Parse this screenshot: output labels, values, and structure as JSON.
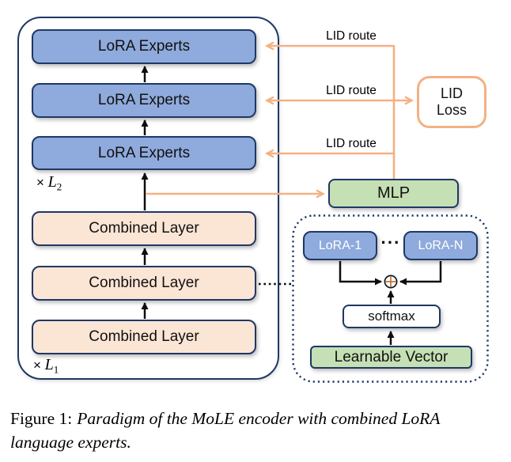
{
  "figure": {
    "encoder": {
      "lora_expert_layers": [
        "LoRA Experts",
        "LoRA Experts",
        "LoRA Experts"
      ],
      "repeat_l2": {
        "times": "×",
        "var": "L",
        "sub": "2"
      },
      "combined_layers": [
        "Combined Layer",
        "Combined Layer",
        "Combined Layer"
      ],
      "repeat_l1": {
        "times": "×",
        "var": "L",
        "sub": "1"
      }
    },
    "routing": {
      "route_labels": [
        "LID route",
        "LID route",
        "LID route"
      ],
      "lid_loss": {
        "line1": "LID",
        "line2": "Loss"
      },
      "mlp_label": "MLP"
    },
    "expert_inset": {
      "lora_first": "LoRA-1",
      "ellipsis": "···",
      "lora_last": "LoRA-N",
      "softmax_label": "softmax",
      "learnable_vector_label": "Learnable Vector"
    },
    "colors": {
      "expert_blue": "#8faadc",
      "combined_peach": "#fbe5d5",
      "soft_green": "#c5e0b4",
      "arrow_orange": "#f4b183",
      "border_navy": "#1f3864"
    }
  },
  "caption": {
    "label": "Figure 1:",
    "text": "Paradigm of the MoLE encoder with combined LoRA language experts."
  }
}
